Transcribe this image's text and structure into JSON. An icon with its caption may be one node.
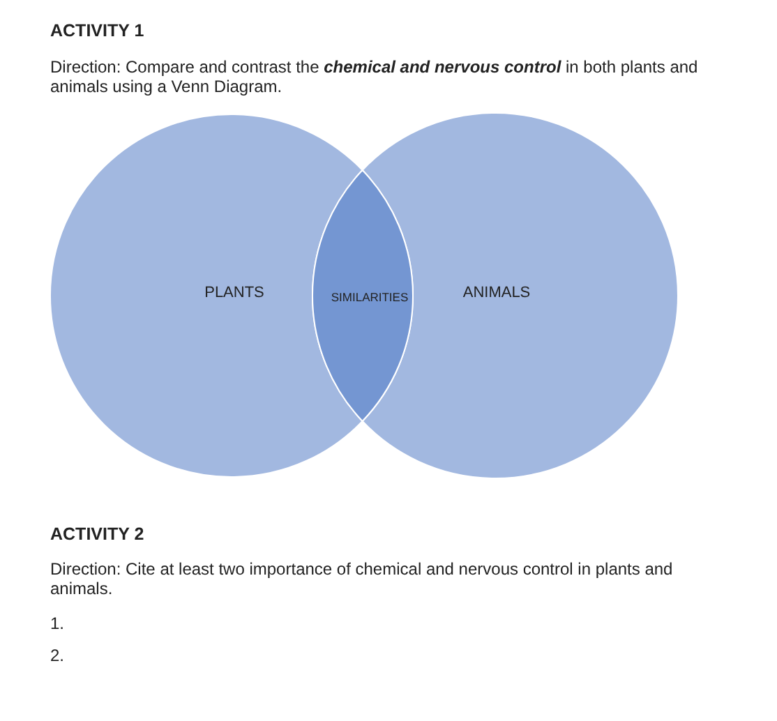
{
  "diagram": {
    "nodes": [
      {
        "text": [
          "PLANTS"
        ]
      },
      {
        "text": [
          "SIMILARITIES"
        ]
      },
      {
        "text": [
          "ANIMALS"
        ]
      }
    ],
    "edges": [],
    "labels": [
      "ACTIVITY 1",
      "Direction: Compare and contrast the **chemical and nervous control** in both plants and animals using a Venn Diagram.",
      "ACTIVITY 2",
      "Direction: Cite at least two importance of chemical and nervous control in plants and animals.",
      "1.",
      "2."
    ]
  }
}
